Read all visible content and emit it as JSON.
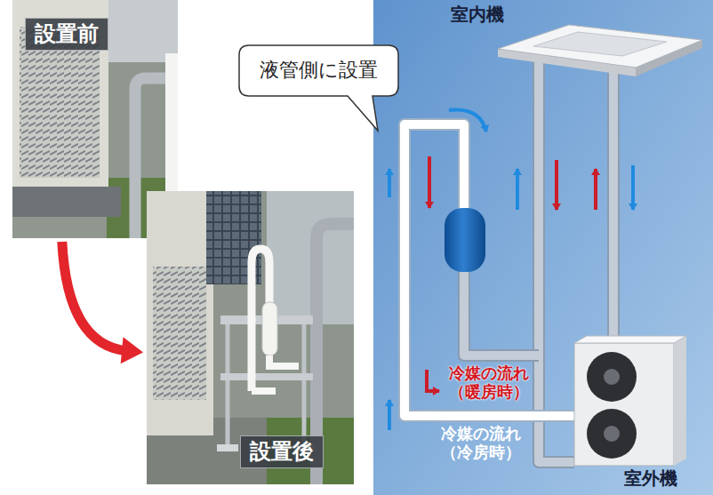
{
  "diagram": {
    "nodes": [
      {
        "text": [
          "設置前"
        ]
      },
      {
        "text": [
          "設置後"
        ]
      },
      {
        "text": [
          "液管側に設置"
        ]
      }
    ],
    "edges": [
      {
        "from": 0,
        "to": 1,
        "arrow": "to"
      }
    ],
    "labels": [
      "室内機",
      "冷媒の流れ （暖房時）",
      "冷媒の流れ （冷房時）",
      "室外機"
    ]
  }
}
